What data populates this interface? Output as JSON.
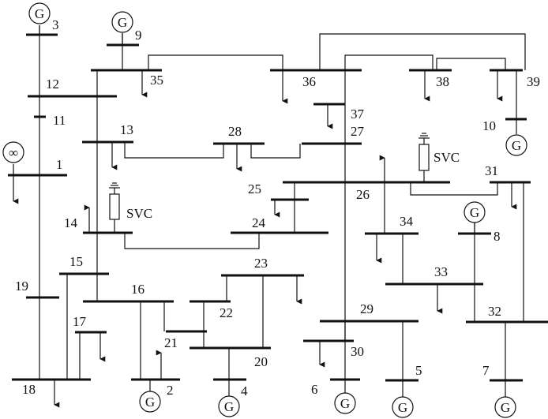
{
  "bus_labels": {
    "b1": "1",
    "b2": "2",
    "b3": "3",
    "b4": "4",
    "b5": "5",
    "b6": "6",
    "b7": "7",
    "b8": "8",
    "b9": "9",
    "b10": "10",
    "b11": "11",
    "b12": "12",
    "b13": "13",
    "b14": "14",
    "b15": "15",
    "b16": "16",
    "b17": "17",
    "b18": "18",
    "b19": "19",
    "b20": "20",
    "b21": "21",
    "b22": "22",
    "b23": "23",
    "b24": "24",
    "b25": "25",
    "b26": "26",
    "b27": "27",
    "b28": "28",
    "b29": "29",
    "b30": "30",
    "b31": "31",
    "b32": "32",
    "b33": "33",
    "b34": "34",
    "b35": "35",
    "b36": "36",
    "b37": "37",
    "b38": "38",
    "b39": "39"
  },
  "generator_symbol": "G",
  "infinite_bus_symbol": "∞",
  "svc_label": "SVC",
  "colors": {
    "line": "#111111",
    "background": "#ffffff"
  }
}
